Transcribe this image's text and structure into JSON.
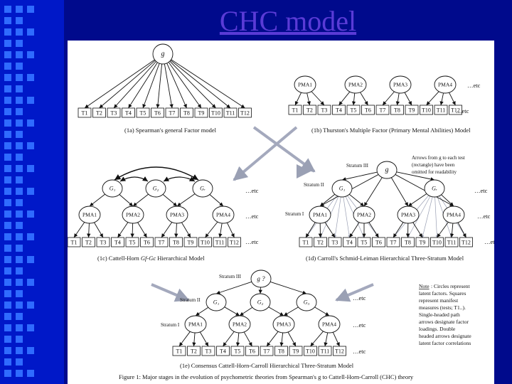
{
  "slide": {
    "title": "CHC model"
  },
  "etc": "…etc",
  "tests": [
    "T1",
    "T2",
    "T3",
    "T4",
    "T5",
    "T6",
    "T7",
    "T8",
    "T9",
    "T10",
    "T11",
    "T12"
  ],
  "pma": [
    "PMA1",
    "PMA2",
    "PMA3",
    "PMA4"
  ],
  "g_label": "g",
  "g_question": "g ?",
  "g1": "G₁",
  "g2": "G₂",
  "g3": "G₃",
  "gr": "Gᵣ",
  "stratum": {
    "iii": "Stratum III",
    "ii": "Stratum II",
    "i": "Stratum I"
  },
  "captions": {
    "a": "(1a) Spearman's general Factor model",
    "b": "(1b) Thurston's Multiple Factor (Primary Mental Abilities) Model",
    "c_pre": "(1c) Cattell-Horn ",
    "c_ital": "Gf-Gc",
    "c_post": " Hierarchical Model",
    "d": "(1d) Carroll's Schmid-Leiman Hierarchical Three-Stratum Model",
    "e": "(1e) Consensus Cattell-Horn-Carroll Hierarchical Three-Stratum Model"
  },
  "note_d": [
    "Arrows from g to each test",
    "(rectangle) have been",
    "omitted for readability"
  ],
  "note": {
    "heading": "Note",
    "lines": [
      ":  Circles represent",
      "latent factors.  Squares",
      "represent manifest",
      "measures (tests; T1..).",
      "Single-headed path",
      "arrows designate factor",
      "loadings.  Double",
      "headed arrows designate",
      "latent factor correlations"
    ]
  },
  "figure_caption": "Figure 1:  Major stages in the evolution of psychometric theories from Spearman's g to Cattell-Horn-Carroll (CHC) theory"
}
